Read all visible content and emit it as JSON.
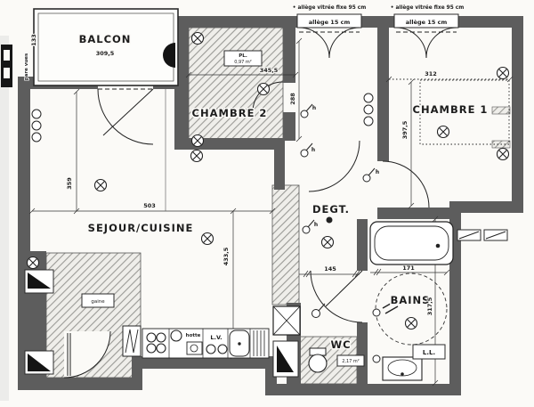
{
  "rooms": {
    "balcon": "BALCON",
    "chambre2": "CHAMBRE 2",
    "chambre1": "CHAMBRE 1",
    "sejour": "SEJOUR/CUISINE",
    "degt": "DEGT.",
    "bains": "BAINS"
  },
  "dimensions": {
    "balcon": "309,5",
    "balcon_depth": "133",
    "chambre2_width": "345,5",
    "chambre2_height": "288",
    "chambre1_width": "312",
    "chambre1_height": "397,5",
    "sejour_left_height": "359",
    "sejour_width": "503",
    "sejour_right_height": "433,5",
    "degt_width": "145",
    "bains_width": "171",
    "bains_height": "317,5"
  },
  "notes": {
    "glazing_note_left": "• allège vitrée fixe 95 cm",
    "glazing_note_right": "• allège vitrée fixe 95 cm",
    "sill_left": "allège 15 cm",
    "sill_right": "allège 15 cm",
    "screen": "pare vues"
  },
  "fixtures": {
    "hood": "hotte",
    "dishwasher": "L.V.",
    "washer": "L.L.",
    "wc": "WC",
    "closet": "PL.",
    "closet_area": "0,97 m²",
    "wc_area": "2,17 m²",
    "duct": "gaine",
    "wall_light": "h"
  },
  "colors": {
    "wall": "#5d5d5d",
    "line": "#1d1d1d",
    "paper": "#fbfaf7",
    "hatch": "#9a9a96"
  }
}
